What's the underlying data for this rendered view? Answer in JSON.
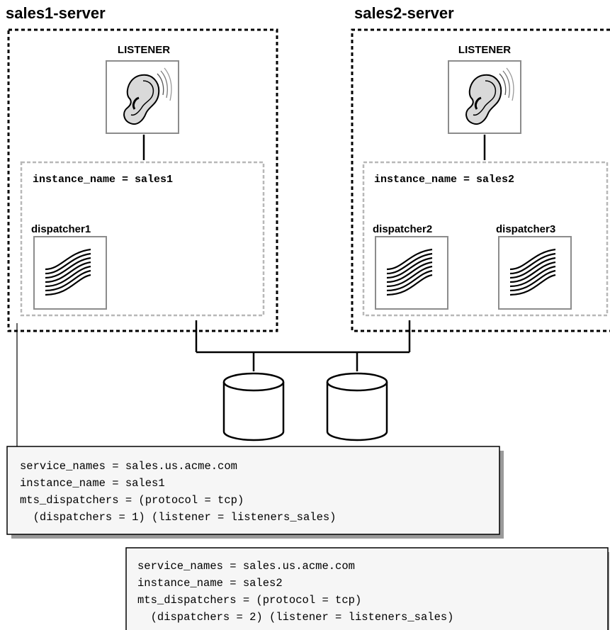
{
  "servers": [
    {
      "title": "sales1-server",
      "listener_label": "LISTENER",
      "instance_label": "instance_name = sales1",
      "dispatchers": [
        "dispatcher1"
      ]
    },
    {
      "title": "sales2-server",
      "listener_label": "LISTENER",
      "instance_label": "instance_name = sales2",
      "dispatchers": [
        "dispatcher2",
        "dispatcher3"
      ]
    }
  ],
  "config_boxes": [
    {
      "lines": [
        "service_names = sales.us.acme.com",
        "instance_name = sales1",
        "mts_dispatchers = (protocol = tcp)",
        "  (dispatchers = 1) (listener = listeners_sales)"
      ]
    },
    {
      "lines": [
        "service_names = sales.us.acme.com",
        "instance_name = sales2",
        "mts_dispatchers = (protocol = tcp)",
        "  (dispatchers = 2) (listener = listeners_sales)"
      ]
    }
  ],
  "icons": {
    "listener": "ear-icon",
    "dispatcher": "wave-lines-icon",
    "database": "database-cylinder-icon"
  },
  "colors": {
    "server_border": "#000000",
    "instance_border": "#b8b8b8",
    "config_shadow": "#9a9a9a"
  }
}
